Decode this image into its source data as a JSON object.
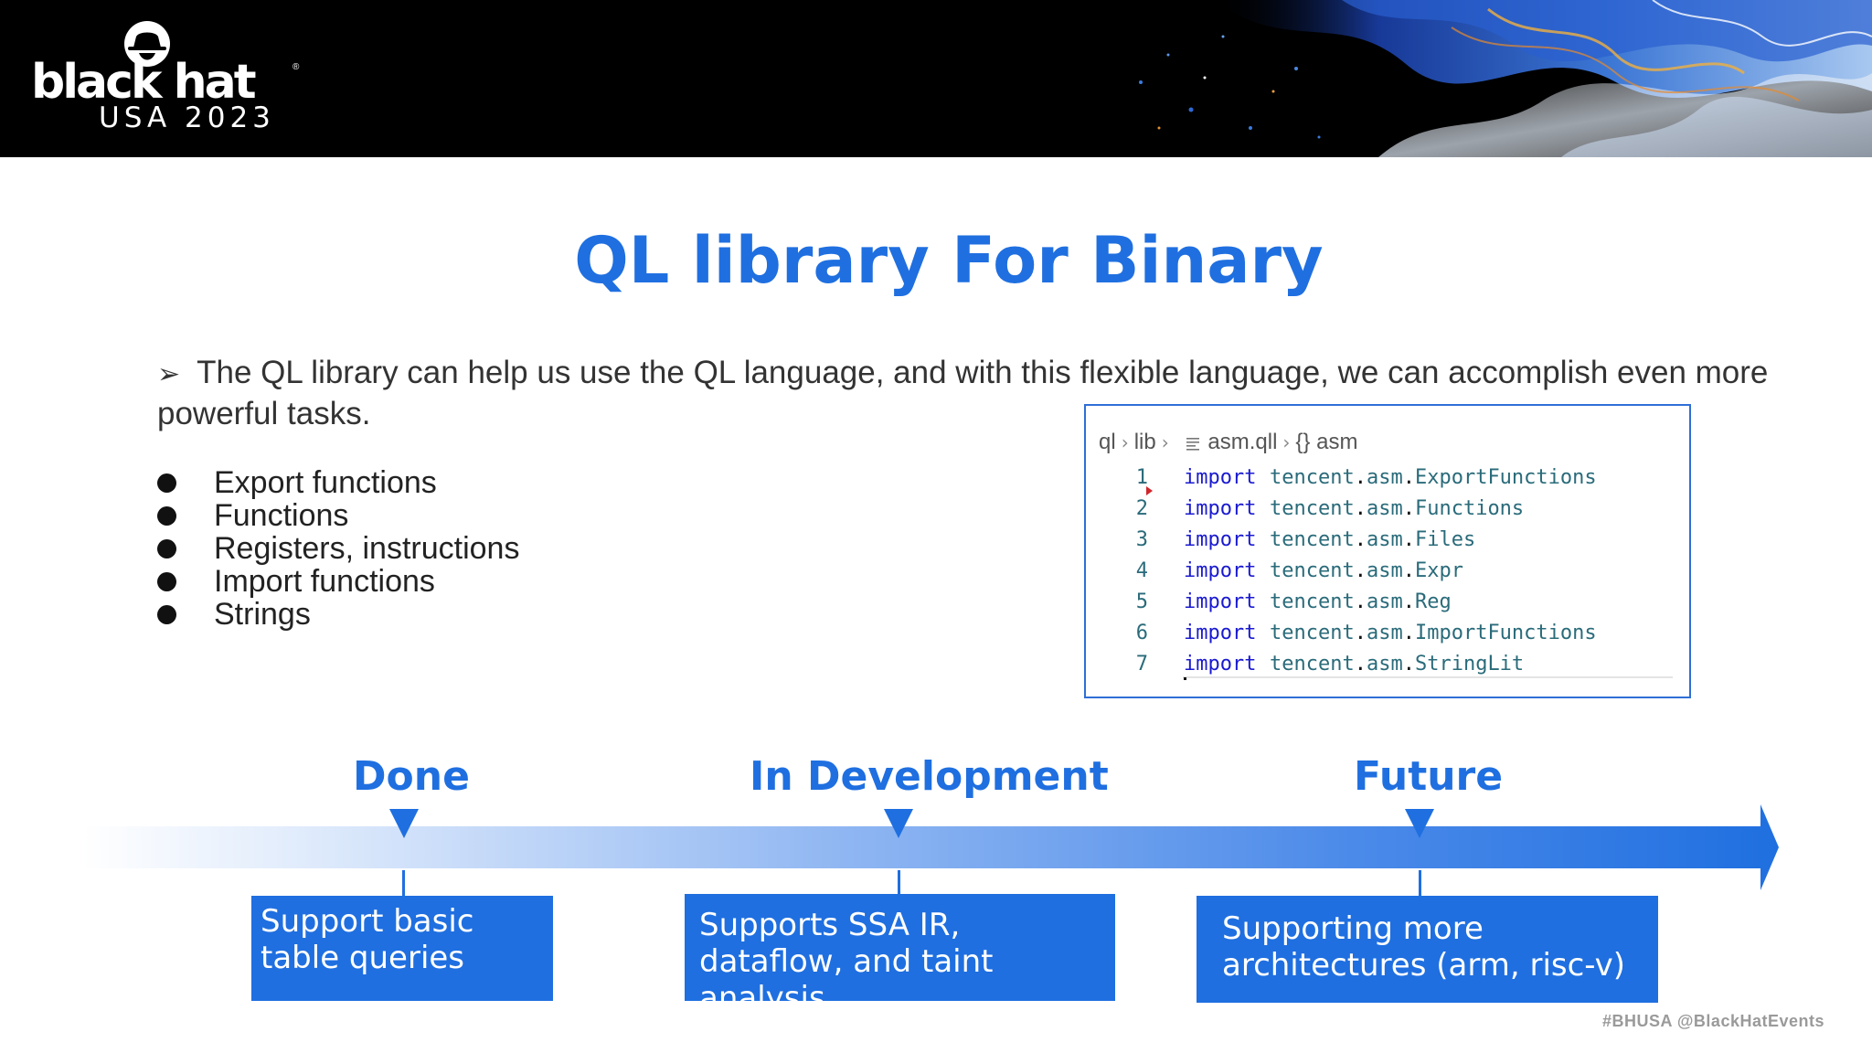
{
  "header": {
    "logo_wordmark": "black hat",
    "logo_sub": "USA 2023",
    "logo_registered": "®"
  },
  "slide": {
    "title": "QL library For Binary",
    "intro": "The QL library can help us use the QL language, and with this flexible language, we can accomplish even more powerful tasks.",
    "bullets": [
      "Export functions",
      "Functions",
      "Registers, instructions",
      "Import functions",
      "Strings"
    ]
  },
  "code_panel": {
    "breadcrumb": [
      "ql",
      "lib",
      "asm.qll",
      "{} asm"
    ],
    "lines": [
      {
        "number": "1",
        "keyword": "import",
        "package": "tencent",
        "module": "asm",
        "name": "ExportFunctions"
      },
      {
        "number": "2",
        "keyword": "import",
        "package": "tencent",
        "module": "asm",
        "name": "Functions"
      },
      {
        "number": "3",
        "keyword": "import",
        "package": "tencent",
        "module": "asm",
        "name": "Files"
      },
      {
        "number": "4",
        "keyword": "import",
        "package": "tencent",
        "module": "asm",
        "name": "Expr"
      },
      {
        "number": "5",
        "keyword": "import",
        "package": "tencent",
        "module": "asm",
        "name": "Reg"
      },
      {
        "number": "6",
        "keyword": "import",
        "package": "tencent",
        "module": "asm",
        "name": "ImportFunctions"
      },
      {
        "number": "7",
        "keyword": "import",
        "package": "tencent",
        "module": "asm",
        "name": "StringLit"
      }
    ]
  },
  "timeline": {
    "phases": [
      {
        "label": "Done",
        "description": "Support basic table queries"
      },
      {
        "label": "In Development",
        "description": "Supports SSA IR, dataflow, and taint analysis"
      },
      {
        "label": "Future",
        "description": "Supporting more architectures (arm, risc-v)"
      }
    ]
  },
  "footer": {
    "text": "#BHUSA  @BlackHatEvents"
  },
  "colors": {
    "accent": "#1f6fe0",
    "header_bg": "#000000",
    "code_border": "#2f6fd6"
  },
  "icons": {
    "bullet_arrow": "arrowhead-icon",
    "breadcrumb_separator": "chevron-right-icon",
    "file": "file-lines-icon"
  }
}
